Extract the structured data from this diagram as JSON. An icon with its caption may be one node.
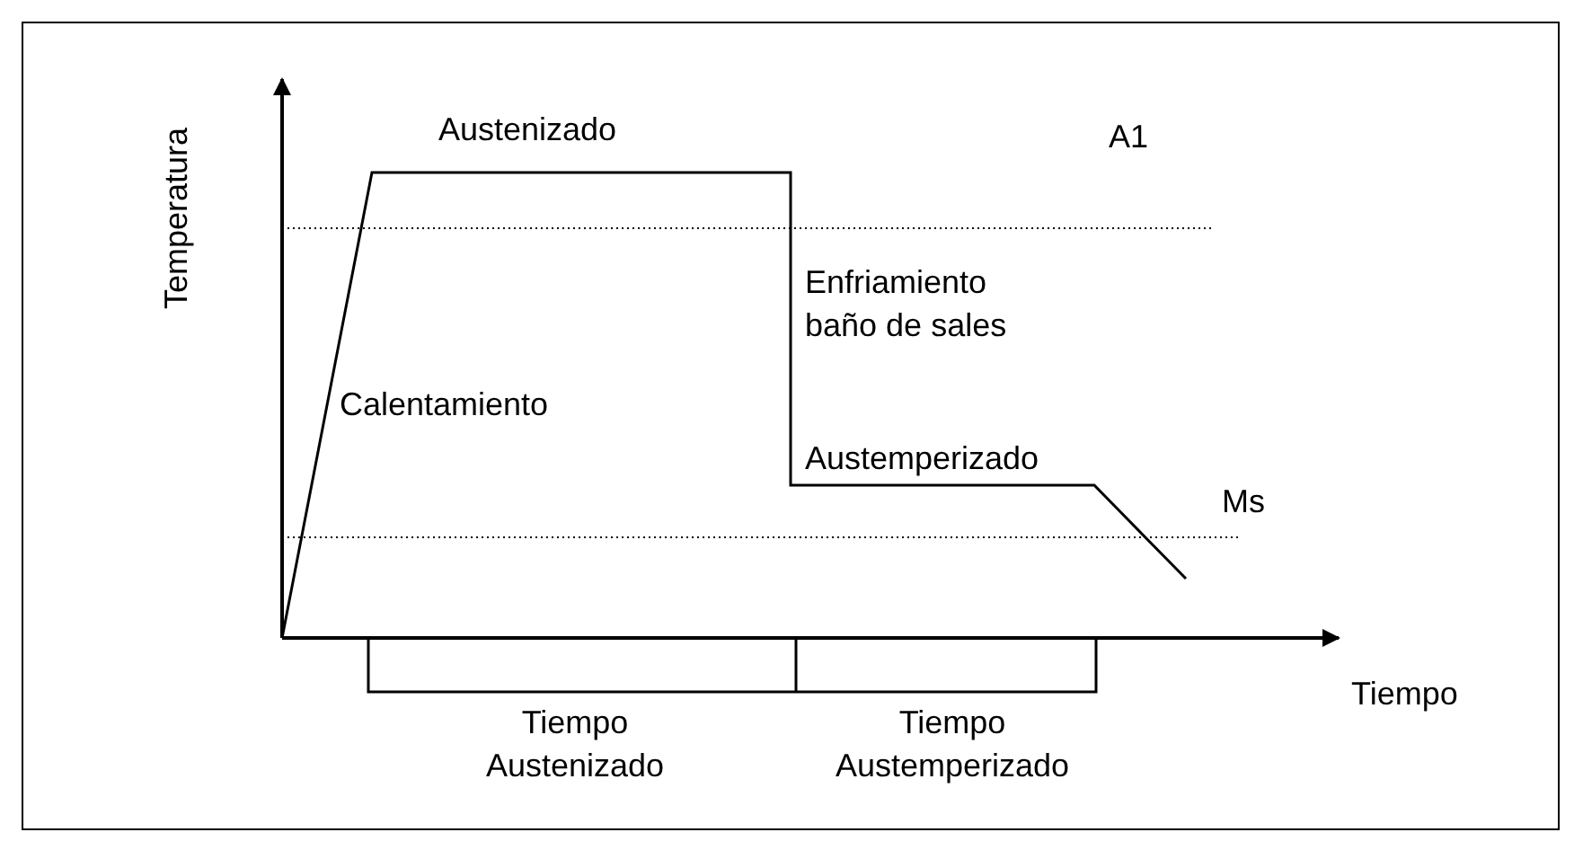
{
  "diagram": {
    "labels": [
      "Temperatura",
      "Austenizado",
      "A1",
      "Enfriamiento baño de sales",
      "Calentamiento",
      "Austemperizado",
      "Ms",
      "Tiempo",
      "Tiempo Austenizado",
      "Tiempo Austemperizado"
    ]
  }
}
